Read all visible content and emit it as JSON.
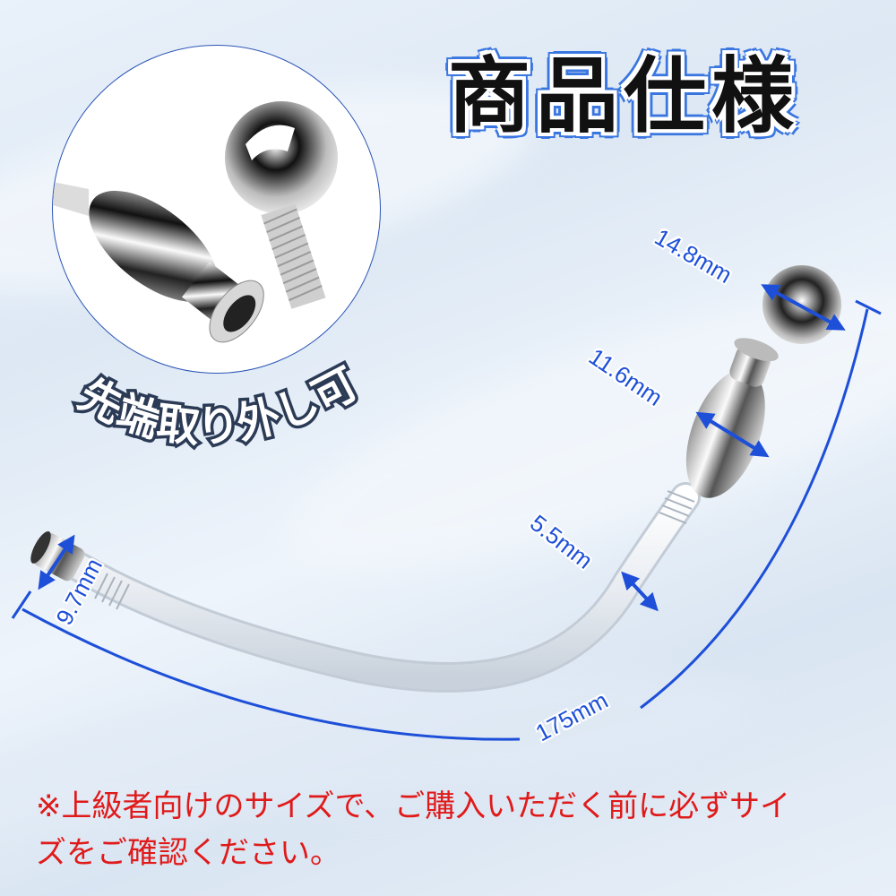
{
  "title": "商品仕様",
  "detail_circle": {
    "caption": "先端取り外し可",
    "parts": [
      "bulb-tip-with-threaded-socket",
      "ball-cap-with-screw"
    ]
  },
  "dimensions": {
    "ball_diameter": "14.8mm",
    "bulb_diameter": "11.6mm",
    "tube_diameter": "5.5mm",
    "end_diameter": "9.7mm",
    "total_length": "175mm"
  },
  "notice": {
    "line1": "※上級者向けのサイズで、ご購入いただく前に必ずサイ",
    "line2": "ズをご確認ください。"
  },
  "colors": {
    "dimension_blue": "#1d4fd8",
    "notice_red": "#e01a1a",
    "title_outline": "#3a76e0"
  }
}
